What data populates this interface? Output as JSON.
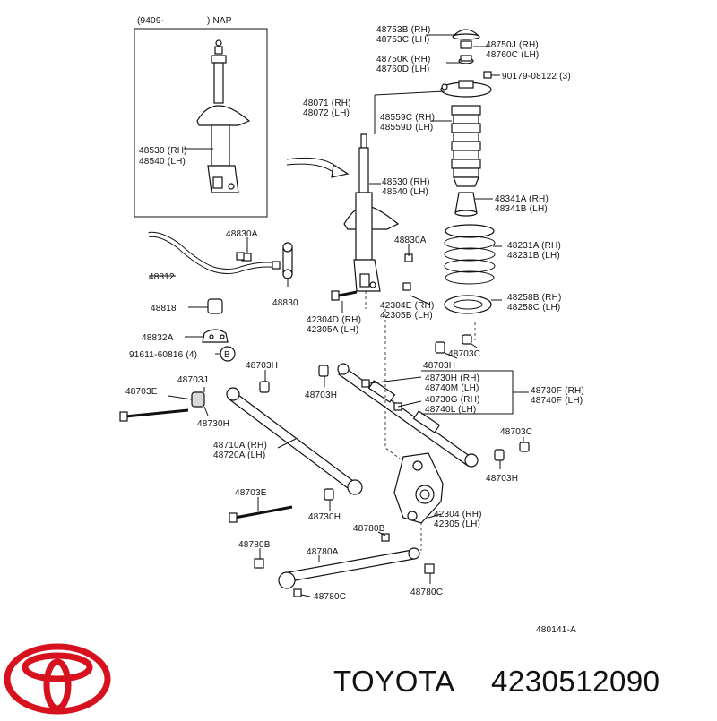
{
  "inset": {
    "title_left": "(9409-",
    "title_right": ") NAP",
    "label_rh": "48530 (RH)",
    "label_lh": "48540 (LH)"
  },
  "labels": {
    "l48753B": "48753B (RH)",
    "l48753C": "48753C (LH)",
    "l48750J": "48750J (RH)",
    "l48760C": "48760C (LH)",
    "l48750K": "48750K (RH)",
    "l48760D": "48760D (LH)",
    "l90179": "90179-08122 (3)",
    "l48071": "48071 (RH)",
    "l48072": "48072 (LH)",
    "l48559C": "48559C (RH)",
    "l48559D": "48559D (LH)",
    "l48530": "48530 (RH)",
    "l48540": "48540 (LH)",
    "l48341A": "48341A (RH)",
    "l48341B": "48341B (LH)",
    "l48830A_l": "48830A",
    "l48830A_r": "48830A",
    "l48231A": "48231A (RH)",
    "l48231B": "48231B (LH)",
    "l48812": "48812",
    "l48830": "48830",
    "l48258B": "48258B (RH)",
    "l48258C": "48258C (LH)",
    "l48818": "48818",
    "l42304E": "42304E (RH)",
    "l42305B": "42305B (LH)",
    "l42304D": "42304D (RH)",
    "l42305A": "42305A (LH)",
    "l48832A": "48832A",
    "l91611": "91611-60816 (4)",
    "circleB": "B",
    "l48703C_t": "48703C",
    "l48703H_tl": "48703H",
    "l48703H_t": "48703H",
    "l48703J": "48703J",
    "l48703E_t": "48703E",
    "l48703H_m": "48703H",
    "l48730H_rh": "48730H (RH)",
    "l48740M": "48740M (LH)",
    "l48730F": "48730F (RH)",
    "l48740F": "48740F (LH)",
    "l48730G": "48730G (RH)",
    "l48740L": "48740L (LH)",
    "l48730H_l": "48730H",
    "l48710A": "48710A (RH)",
    "l48720A": "48720A (LH)",
    "l48703C_r": "48703C",
    "l48703H_r": "48703H",
    "l48703E_b": "48703E",
    "l48730H_b": "48730H",
    "l42304": "42304 (RH)",
    "l42305": "42305 (LH)",
    "l48780B_c": "48780B",
    "l48780B_l": "48780B",
    "l48780A": "48780A",
    "l48780C_l": "48780C",
    "l48780C_r": "48780C",
    "diagram_code": "480141-A"
  },
  "brand": {
    "name": "TOYOTA",
    "part_number": "4230512090",
    "logo_color": "#d7111d"
  }
}
